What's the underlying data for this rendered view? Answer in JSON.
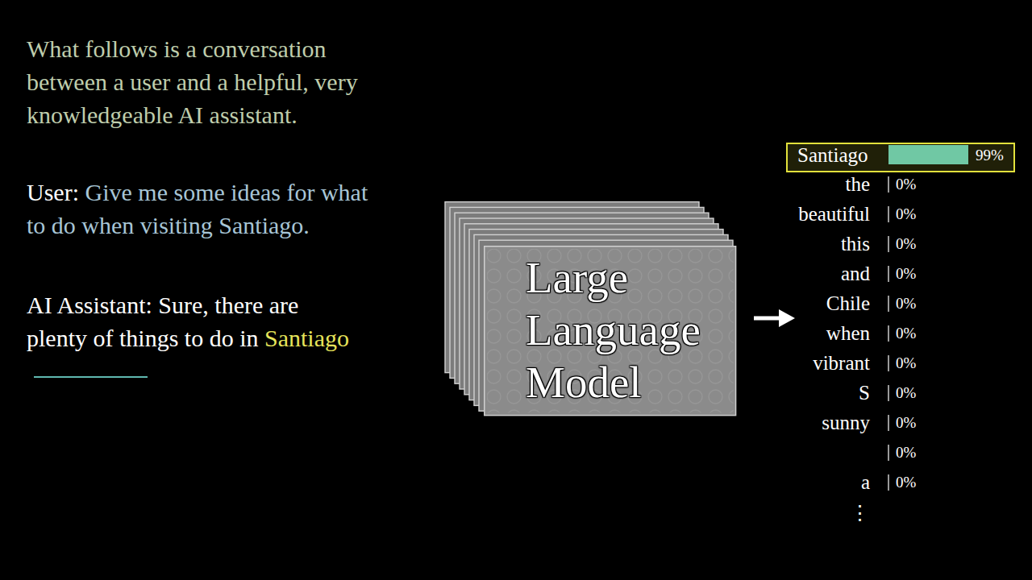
{
  "diagram": {
    "nodes": [
      {
        "text": [
          "Large Language Model"
        ]
      },
      {
        "text": [
          "Santiago",
          "99%"
        ]
      }
    ],
    "labels": [
      "What follows is a conversation between a user and a helpful, very knowledgeable AI assistant.",
      "User:",
      "Give me some ideas for what to do when visiting Santiago.",
      "AI Assistant: Sure, there are plenty of things to do in",
      "Santiago",
      "the",
      "0%",
      "beautiful",
      "0%",
      "this",
      "0%",
      "and",
      "0%",
      "Chile",
      "0%",
      "when",
      "0%",
      "vibrant",
      "0%",
      "S",
      "0%",
      "sunny",
      "0%",
      "0%",
      "a",
      "0%",
      "⋮"
    ]
  }
}
